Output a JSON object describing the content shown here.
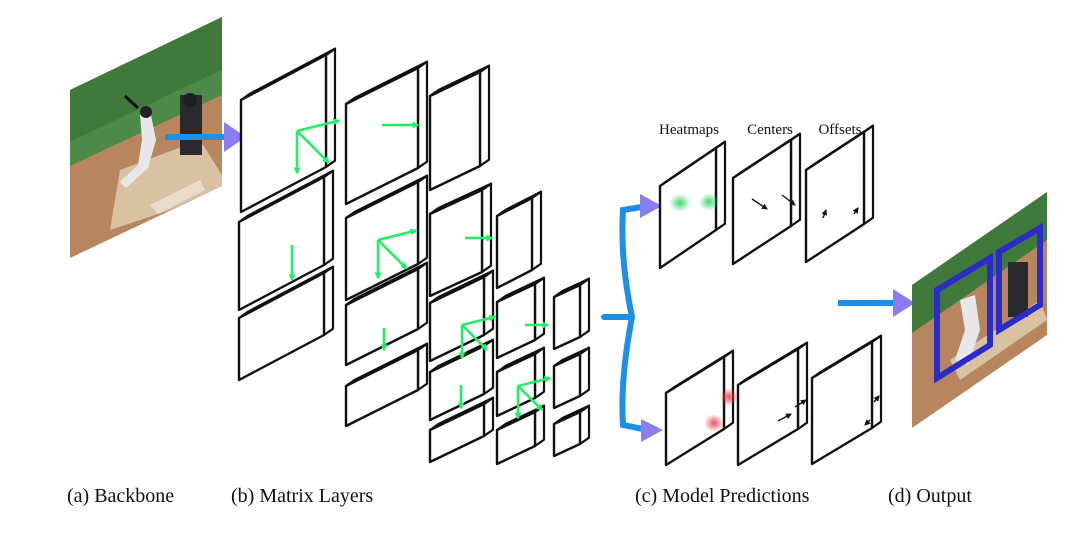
{
  "captions": {
    "backbone": "(a) Backbone",
    "matrix_layers": "(b) Matrix Layers",
    "model_predictions": "(c) Model Predictions",
    "output": "(d) Output"
  },
  "heads": {
    "heatmaps": "Heatmaps",
    "centers": "Centers",
    "offsets": "Offsets"
  },
  "colors": {
    "heatmap_top": "#35d66a",
    "heatmap_bottom": "#ee3b4b",
    "flow_arrow": "#1e8fe6",
    "layer_arrow": "#22ee66",
    "output_box": "#2b2bc8",
    "arrow_head": "#8c7cf0"
  }
}
